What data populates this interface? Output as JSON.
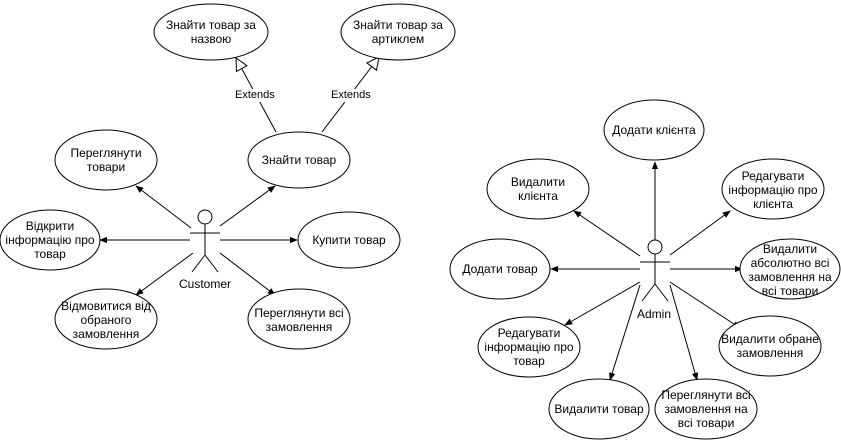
{
  "actors": {
    "customer": "Customer",
    "admin": "Admin"
  },
  "relations": {
    "extends_left": "Extends",
    "extends_right": "Extends"
  },
  "use_cases": {
    "find_by_name": "Знайти товар за назвою",
    "find_by_article": "Знайти товар за артиклем",
    "find_product": "Знайти товар",
    "view_products": "Переглянути товари",
    "open_product_info": "Відкрити інформацію про товар",
    "buy_product": "Купити товар",
    "cancel_order": "Відмовитися від обраного замовлення",
    "view_all_orders_customer": "Переглянути всі замовлення",
    "add_client": "Додати клієнта",
    "delete_client": "Видалити клієнта",
    "edit_client_info": "Редагувати інформацію про клієнта",
    "add_product": "Додати товар",
    "delete_all_orders": "Видалити абсолютно всі замовлення на всі товари",
    "edit_product_info": "Редагувати інформацію про товар",
    "delete_selected_order": "Видалити обране замовлення",
    "delete_product": "Видалити товар",
    "view_all_orders_admin": "Переглянути всі замовлення на всі товари"
  },
  "colors": {
    "stroke": "#000000",
    "fill": "#ffffff"
  }
}
